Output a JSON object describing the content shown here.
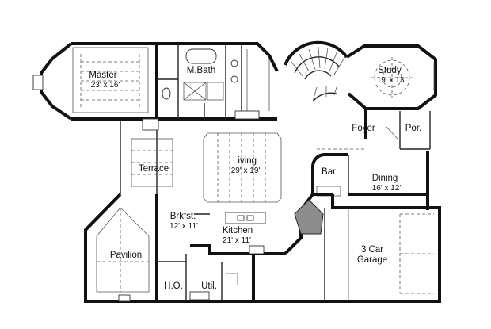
{
  "rooms": {
    "master": {
      "name": "Master",
      "dims": "23' x 16'"
    },
    "mbath": {
      "name": "M.Bath"
    },
    "study": {
      "name": "Study",
      "dims": "19' x 13'"
    },
    "foyer": {
      "name": "Foyer"
    },
    "porch": {
      "name": "Por."
    },
    "bar": {
      "name": "Bar"
    },
    "dining": {
      "name": "Dining",
      "dims": "16' x 12'"
    },
    "living": {
      "name": "Living",
      "dims": "29' x 19'"
    },
    "terrace": {
      "name": "Terrace"
    },
    "brkfst": {
      "name": "Brkfst.",
      "dims": "12' x 11'"
    },
    "kitchen": {
      "name": "Kitchen",
      "dims": "21' x 11'"
    },
    "pavilion": {
      "name": "Pavilion"
    },
    "ho": {
      "name": "H.O."
    },
    "util": {
      "name": "Util."
    },
    "garage": {
      "name": "3 Car",
      "name2": "Garage"
    }
  }
}
